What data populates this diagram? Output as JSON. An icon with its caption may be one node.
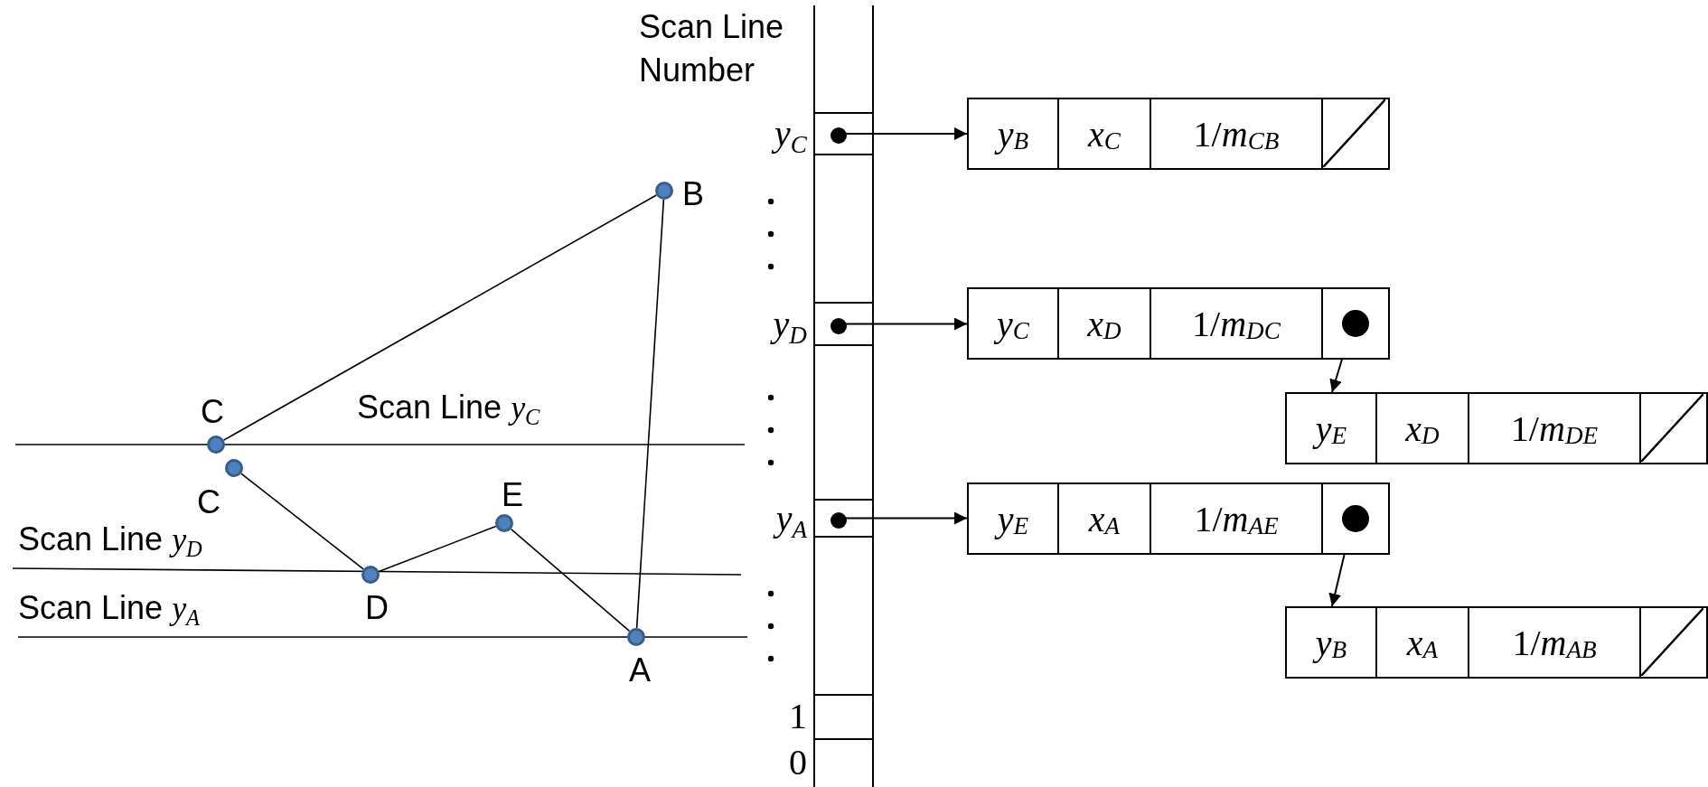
{
  "diagram": {
    "nodes": [
      {
        "text": [
          "B"
        ]
      },
      {
        "text": [
          "C"
        ]
      },
      {
        "text": [
          "C"
        ]
      },
      {
        "text": [
          "D"
        ]
      },
      {
        "text": [
          "E"
        ]
      },
      {
        "text": [
          "A"
        ]
      },
      {
        "text": [],
        "shape": "box"
      },
      {
        "text": [],
        "shape": "box",
        "in": 6,
        "beside": [
          "*y*$_{C}$"
        ]
      },
      {
        "text": [],
        "shape": "box",
        "in": 6,
        "beside": [
          "*y*$_{D}$"
        ]
      },
      {
        "text": [],
        "shape": "box",
        "in": 6,
        "beside": [
          "*y*$_{A}$"
        ]
      },
      {
        "text": [],
        "shape": "box",
        "in": 6,
        "beside": [
          "1"
        ]
      },
      {
        "text": [],
        "shape": "box",
        "in": 6,
        "beside": [
          "0"
        ]
      },
      {
        "text": [
          "*y*$_{B}$",
          "*x*$_{C}$",
          "1/*m*$_{CB}$"
        ]
      },
      {
        "text": [
          "*y*$_{C}$",
          "*x*$_{D}$",
          "1/*m*$_{DC}$"
        ]
      },
      {
        "text": [
          "*y*$_{E}$",
          "*x*$_{D}$",
          "1/*m*$_{DE}$"
        ]
      },
      {
        "text": [
          "*y*$_{E}$",
          "*x*$_{A}$",
          "1/*m*$_{AE}$"
        ]
      },
      {
        "text": [
          "*y*$_{B}$",
          "*x*$_{A}$",
          "1/*m*$_{AB}$"
        ]
      }
    ],
    "edges": [
      {
        "from": 1,
        "to": 0,
        "arrow": "none"
      },
      {
        "from": 2,
        "to": 3,
        "arrow": "none"
      },
      {
        "from": 3,
        "to": 4,
        "arrow": "none"
      },
      {
        "from": 4,
        "to": 5,
        "arrow": "none"
      },
      {
        "from": 5,
        "to": 0,
        "arrow": "none"
      },
      {
        "from": 7,
        "to": 12,
        "arrow": "to"
      },
      {
        "from": 8,
        "to": 13,
        "arrow": "to"
      },
      {
        "from": 13,
        "to": 14,
        "arrow": "to"
      },
      {
        "from": 9,
        "to": 15,
        "arrow": "to"
      },
      {
        "from": 15,
        "to": 16,
        "arrow": "to"
      }
    ],
    "labels": [
      "Scan Line Number",
      "Scan Line *y*$_{C}$",
      "Scan Line *y*$_{D}$",
      "Scan Line *y*$_{A}$"
    ]
  }
}
